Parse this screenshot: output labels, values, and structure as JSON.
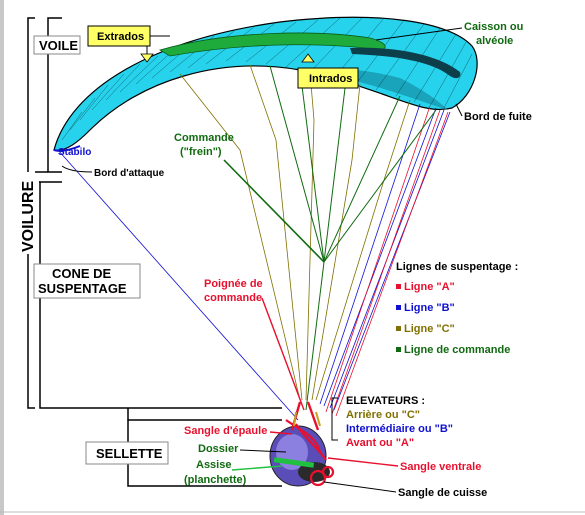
{
  "labels": {
    "voile": "VOILE",
    "voilure": "VOILURE",
    "cone_line1": "CONE DE",
    "cone_line2": "SUSPENTAGE",
    "sellette": "SELLETTE",
    "extrados": "Extrados",
    "intrados": "Intrados",
    "caisson_line1": "Caisson ou",
    "caisson_line2": "alvéole",
    "bord_de_fuite": "Bord de fuite",
    "stabilo": "Stabilo",
    "bord_attaque": "Bord d'attaque",
    "commande_line1": "Commande",
    "commande_line2": "(\"frein\")",
    "poignee_line1": "Poignée de",
    "poignee_line2": "commande",
    "lignes_title": "Lignes de suspentage :",
    "elevateurs_title": "ELEVATEURS :",
    "elev_arriere": "Arrière ou \"C\"",
    "elev_intermediaire": "Intermédiaire ou \"B\"",
    "elev_avant": "Avant ou \"A\"",
    "sangle_epaule": "Sangle d'épaule",
    "dossier": "Dossier",
    "assise_line1": "Assise",
    "assise_line2": "(planchette)",
    "sangle_ventrale": "Sangle ventrale",
    "sangle_cuisse": "Sangle de cuisse"
  },
  "legend": [
    {
      "label": "Ligne \"A\"",
      "color": "#e8102e"
    },
    {
      "label": "Ligne \"B\"",
      "color": "#1010d0"
    },
    {
      "label": "Ligne \"C\"",
      "color": "#807000"
    },
    {
      "label": "Ligne de commande",
      "color": "#106a10"
    }
  ],
  "colors": {
    "wing_fill": "#27d3ec",
    "extrados_band": "#1faa3c",
    "callout_fill": "#ffff66",
    "line_a": "#e8102e",
    "line_b": "#1010d0",
    "line_c": "#807000",
    "line_cmd": "#106a10",
    "text_green": "#106a10",
    "text_red": "#e8102e",
    "text_blue": "#1010d0",
    "text_olive": "#807000"
  }
}
